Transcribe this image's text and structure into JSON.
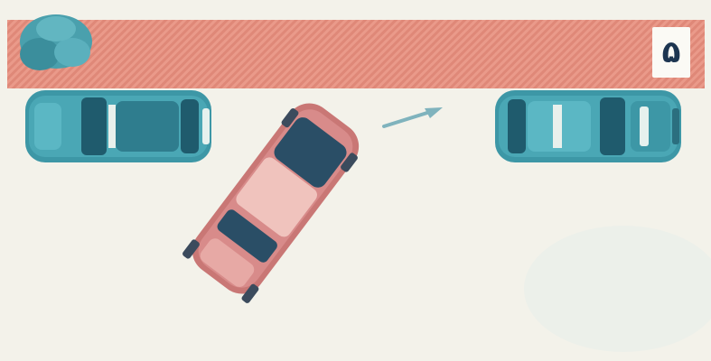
{
  "scene": {
    "step_number": "۵",
    "colors": {
      "background": "#f3f2ea",
      "curb": "#ea9a8a",
      "curb_stripe": "#d97a6c",
      "parked_car_body": "#3d97a6",
      "parked_car_dark": "#1f5b6d",
      "maneuvering_car_body": "#d88b8a",
      "maneuvering_car_dark": "#2a4e66",
      "arrow": "#7fb3bd",
      "bush": "#4aa0ad"
    },
    "icons": [
      "bush-icon",
      "parked-car-left",
      "parked-car-right",
      "maneuvering-car",
      "direction-arrow"
    ]
  }
}
